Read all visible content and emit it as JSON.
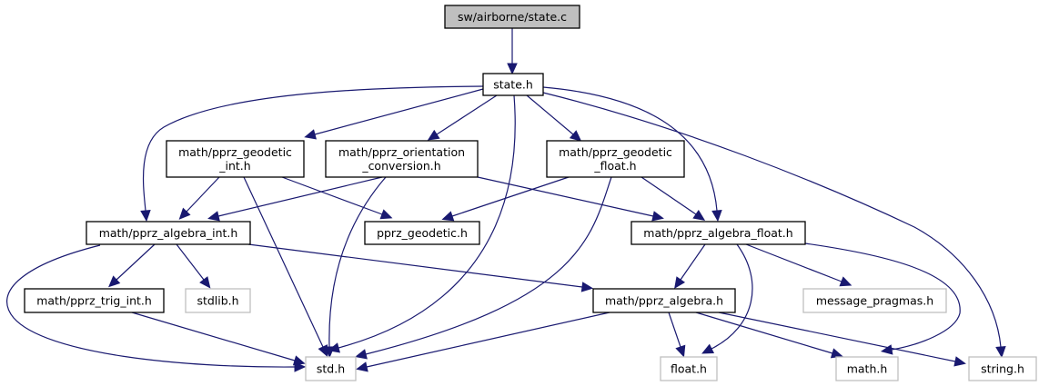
{
  "diagram": {
    "type": "include-dependency-graph",
    "colors": {
      "edge": "#191970",
      "root_fill": "#bfbfbf",
      "root_border": "#000000",
      "local_border": "#000000",
      "system_border": "#bfbfbf",
      "node_fill": "#ffffff"
    },
    "nodes": [
      {
        "id": "state_c",
        "lines": [
          "sw/airborne/state.c"
        ],
        "kind": "root"
      },
      {
        "id": "state_h",
        "lines": [
          "state.h"
        ],
        "kind": "local"
      },
      {
        "id": "geodetic_int",
        "lines": [
          "math/pprz_geodetic",
          "_int.h"
        ],
        "kind": "local"
      },
      {
        "id": "orientation_conversion",
        "lines": [
          "math/pprz_orientation",
          "_conversion.h"
        ],
        "kind": "local"
      },
      {
        "id": "geodetic_float",
        "lines": [
          "math/pprz_geodetic",
          "_float.h"
        ],
        "kind": "local"
      },
      {
        "id": "algebra_int",
        "lines": [
          "math/pprz_algebra_int.h"
        ],
        "kind": "local"
      },
      {
        "id": "pprz_geodetic",
        "lines": [
          "pprz_geodetic.h"
        ],
        "kind": "local"
      },
      {
        "id": "algebra_float",
        "lines": [
          "math/pprz_algebra_float.h"
        ],
        "kind": "local"
      },
      {
        "id": "trig_int",
        "lines": [
          "math/pprz_trig_int.h"
        ],
        "kind": "local"
      },
      {
        "id": "stdlib",
        "lines": [
          "stdlib.h"
        ],
        "kind": "system"
      },
      {
        "id": "pprz_algebra",
        "lines": [
          "math/pprz_algebra.h"
        ],
        "kind": "local"
      },
      {
        "id": "message_pragmas",
        "lines": [
          "message_pragmas.h"
        ],
        "kind": "system"
      },
      {
        "id": "std",
        "lines": [
          "std.h"
        ],
        "kind": "system"
      },
      {
        "id": "float",
        "lines": [
          "float.h"
        ],
        "kind": "system"
      },
      {
        "id": "math",
        "lines": [
          "math.h"
        ],
        "kind": "system"
      },
      {
        "id": "string",
        "lines": [
          "string.h"
        ],
        "kind": "system"
      }
    ],
    "edges": [
      [
        "state_c",
        "state_h"
      ],
      [
        "state_h",
        "algebra_int"
      ],
      [
        "state_h",
        "geodetic_int"
      ],
      [
        "state_h",
        "orientation_conversion"
      ],
      [
        "state_h",
        "std"
      ],
      [
        "state_h",
        "geodetic_float"
      ],
      [
        "state_h",
        "algebra_float"
      ],
      [
        "state_h",
        "string"
      ],
      [
        "geodetic_int",
        "algebra_int"
      ],
      [
        "geodetic_int",
        "std"
      ],
      [
        "geodetic_int",
        "pprz_geodetic"
      ],
      [
        "orientation_conversion",
        "algebra_int"
      ],
      [
        "orientation_conversion",
        "std"
      ],
      [
        "orientation_conversion",
        "algebra_float"
      ],
      [
        "geodetic_float",
        "pprz_geodetic"
      ],
      [
        "geodetic_float",
        "algebra_float"
      ],
      [
        "geodetic_float",
        "std"
      ],
      [
        "algebra_int",
        "trig_int"
      ],
      [
        "algebra_int",
        "stdlib"
      ],
      [
        "algebra_int",
        "pprz_algebra"
      ],
      [
        "algebra_int",
        "std"
      ],
      [
        "algebra_float",
        "pprz_algebra"
      ],
      [
        "algebra_float",
        "message_pragmas"
      ],
      [
        "algebra_float",
        "float"
      ],
      [
        "algebra_float",
        "math"
      ],
      [
        "trig_int",
        "std"
      ],
      [
        "pprz_algebra",
        "std"
      ],
      [
        "pprz_algebra",
        "float"
      ],
      [
        "pprz_algebra",
        "math"
      ],
      [
        "pprz_algebra",
        "string"
      ]
    ]
  }
}
